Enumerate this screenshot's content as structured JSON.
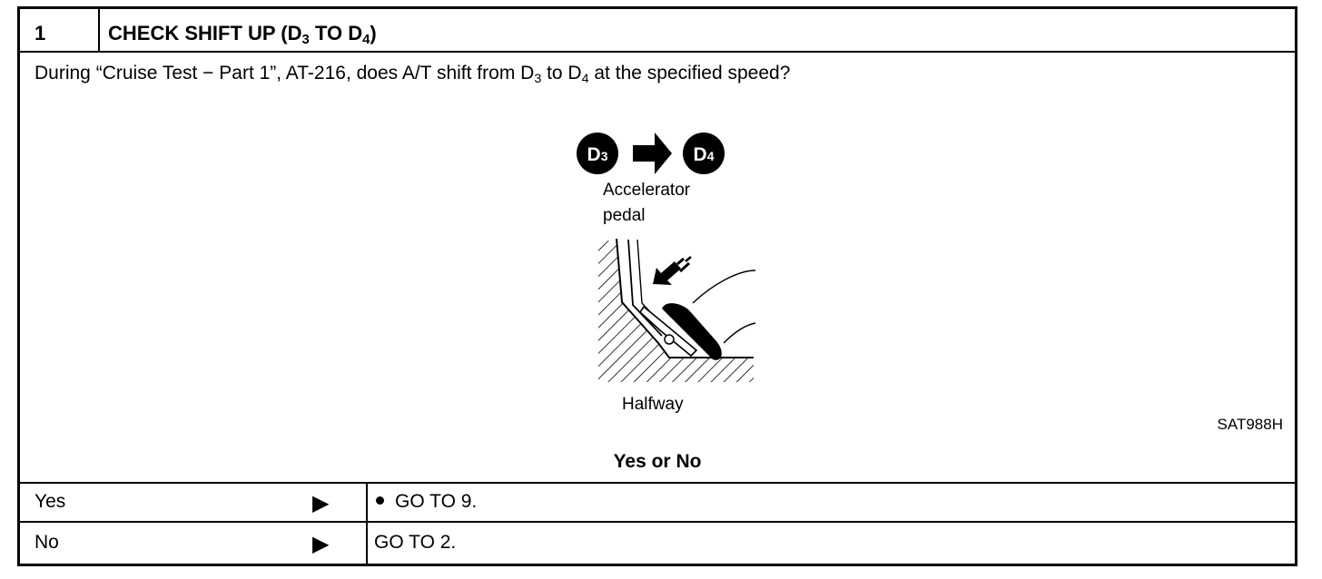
{
  "header": {
    "step_number": "1",
    "title_prefix": "CHECK SHIFT UP (D",
    "title_sub1": "3",
    "title_mid": " TO D",
    "title_sub2": "4",
    "title_suffix": ")"
  },
  "question": {
    "part1": "During “Cruise Test − Part 1”, AT-216, does A/T shift from D",
    "sub1": "3",
    "part2": " to D",
    "sub2": "4",
    "part3": " at the specified speed?"
  },
  "figure": {
    "badge_from": "D3",
    "badge_to": "D4",
    "label_line1": "Accelerator",
    "label_line2": "pedal",
    "caption": "Halfway",
    "code": "SAT988H"
  },
  "prompt": "Yes or No",
  "results": [
    {
      "label": "Yes",
      "arrow": "▶",
      "has_bullet": true,
      "action": "GO TO 9."
    },
    {
      "label": "No",
      "arrow": "▶",
      "has_bullet": false,
      "action": "GO TO 2."
    }
  ]
}
